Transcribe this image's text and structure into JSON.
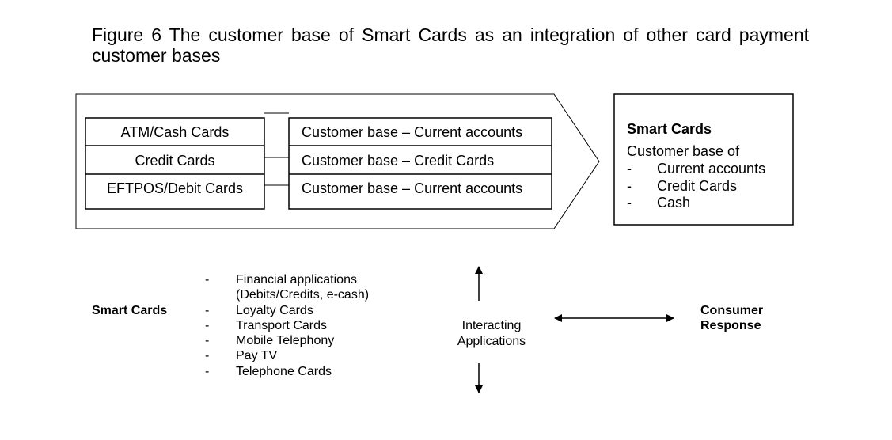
{
  "caption": "Figure  6  The customer base of Smart Cards as an integration of other card payment customer bases",
  "left_cards": [
    "ATM/Cash Cards",
    "Credit Cards",
    "EFTPOS/Debit Cards"
  ],
  "customer_bases": [
    "Customer base – Current accounts",
    "Customer base – Credit Cards",
    "Customer base – Current accounts"
  ],
  "smart_box": {
    "title": "Smart Cards",
    "subtitle": "Customer base of",
    "items": [
      "Current accounts",
      "Credit Cards",
      "Cash"
    ],
    "bullet": "-"
  },
  "bottom": {
    "left_label": "Smart Cards",
    "bullet": "-",
    "applications": [
      [
        "Financial applications",
        "(Debits/Credits, e-cash)"
      ],
      [
        "Loyalty Cards"
      ],
      [
        "Transport Cards"
      ],
      [
        "Mobile Telephony"
      ],
      [
        "Pay TV"
      ],
      [
        "Telephone Cards"
      ]
    ],
    "center_label": [
      "Interacting",
      "Applications"
    ],
    "right_label": [
      "Consumer",
      "Response"
    ]
  }
}
